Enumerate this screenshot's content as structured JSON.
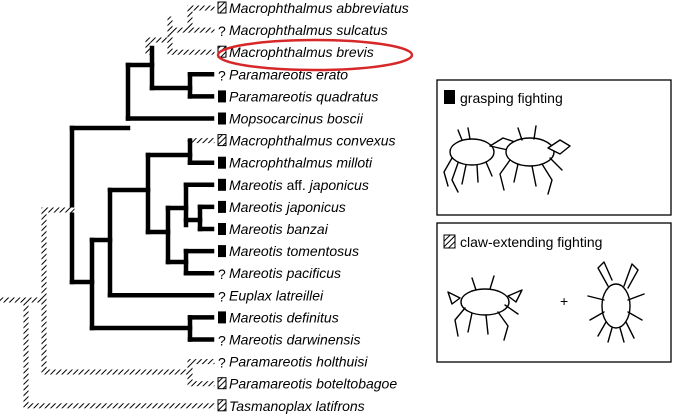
{
  "taxa": [
    {
      "marker": "hatched",
      "genus": "Macrophthalmus",
      "epithet": "abbreviatus"
    },
    {
      "marker": "question",
      "genus": "Macrophthalmus",
      "epithet": "sulcatus"
    },
    {
      "marker": "hatched",
      "genus": "Macrophthalmus",
      "epithet": "brevis",
      "highlighted": true
    },
    {
      "marker": "question",
      "genus": "Paramareotis",
      "epithet": "erato"
    },
    {
      "marker": "solid",
      "genus": "Paramareotis",
      "epithet": "quadratus"
    },
    {
      "marker": "solid",
      "genus": "Mopsocarcinus",
      "epithet": "boscii"
    },
    {
      "marker": "hatched",
      "genus": "Macrophthalmus",
      "epithet": "convexus"
    },
    {
      "marker": "solid",
      "genus": "Macrophthalmus",
      "epithet": "milloti"
    },
    {
      "marker": "solid",
      "genus": "Mareotis",
      "qualifier": "aff.",
      "epithet": "japonicus"
    },
    {
      "marker": "solid",
      "genus": "Mareotis",
      "epithet": "japonicus"
    },
    {
      "marker": "solid",
      "genus": "Mareotis",
      "epithet": "banzai"
    },
    {
      "marker": "solid",
      "genus": "Mareotis",
      "epithet": "tomentosus"
    },
    {
      "marker": "question",
      "genus": "Mareotis",
      "epithet": "pacificus"
    },
    {
      "marker": "question",
      "genus": "Euplax",
      "epithet": "latreillei"
    },
    {
      "marker": "solid",
      "genus": "Mareotis",
      "epithet": "definitus"
    },
    {
      "marker": "question",
      "genus": "Mareotis",
      "epithet": "darwinensis"
    },
    {
      "marker": "question",
      "genus": "Paramareotis",
      "epithet": "holthuisi"
    },
    {
      "marker": "hatched",
      "genus": "Paramareotis",
      "epithet": "boteltobagoe"
    },
    {
      "marker": "hatched",
      "genus": "Tasmanoplax",
      "epithet": "latifrons"
    }
  ],
  "legend": {
    "grasping": {
      "label": "grasping fighting",
      "marker": "solid"
    },
    "claw": {
      "label": "claw-extending fighting",
      "marker": "hatched",
      "plus": "+"
    }
  },
  "marker_glyphs": {
    "question": "?"
  },
  "colors": {
    "branch": "#000000",
    "highlight": "#d62828",
    "background": "#ffffff"
  }
}
